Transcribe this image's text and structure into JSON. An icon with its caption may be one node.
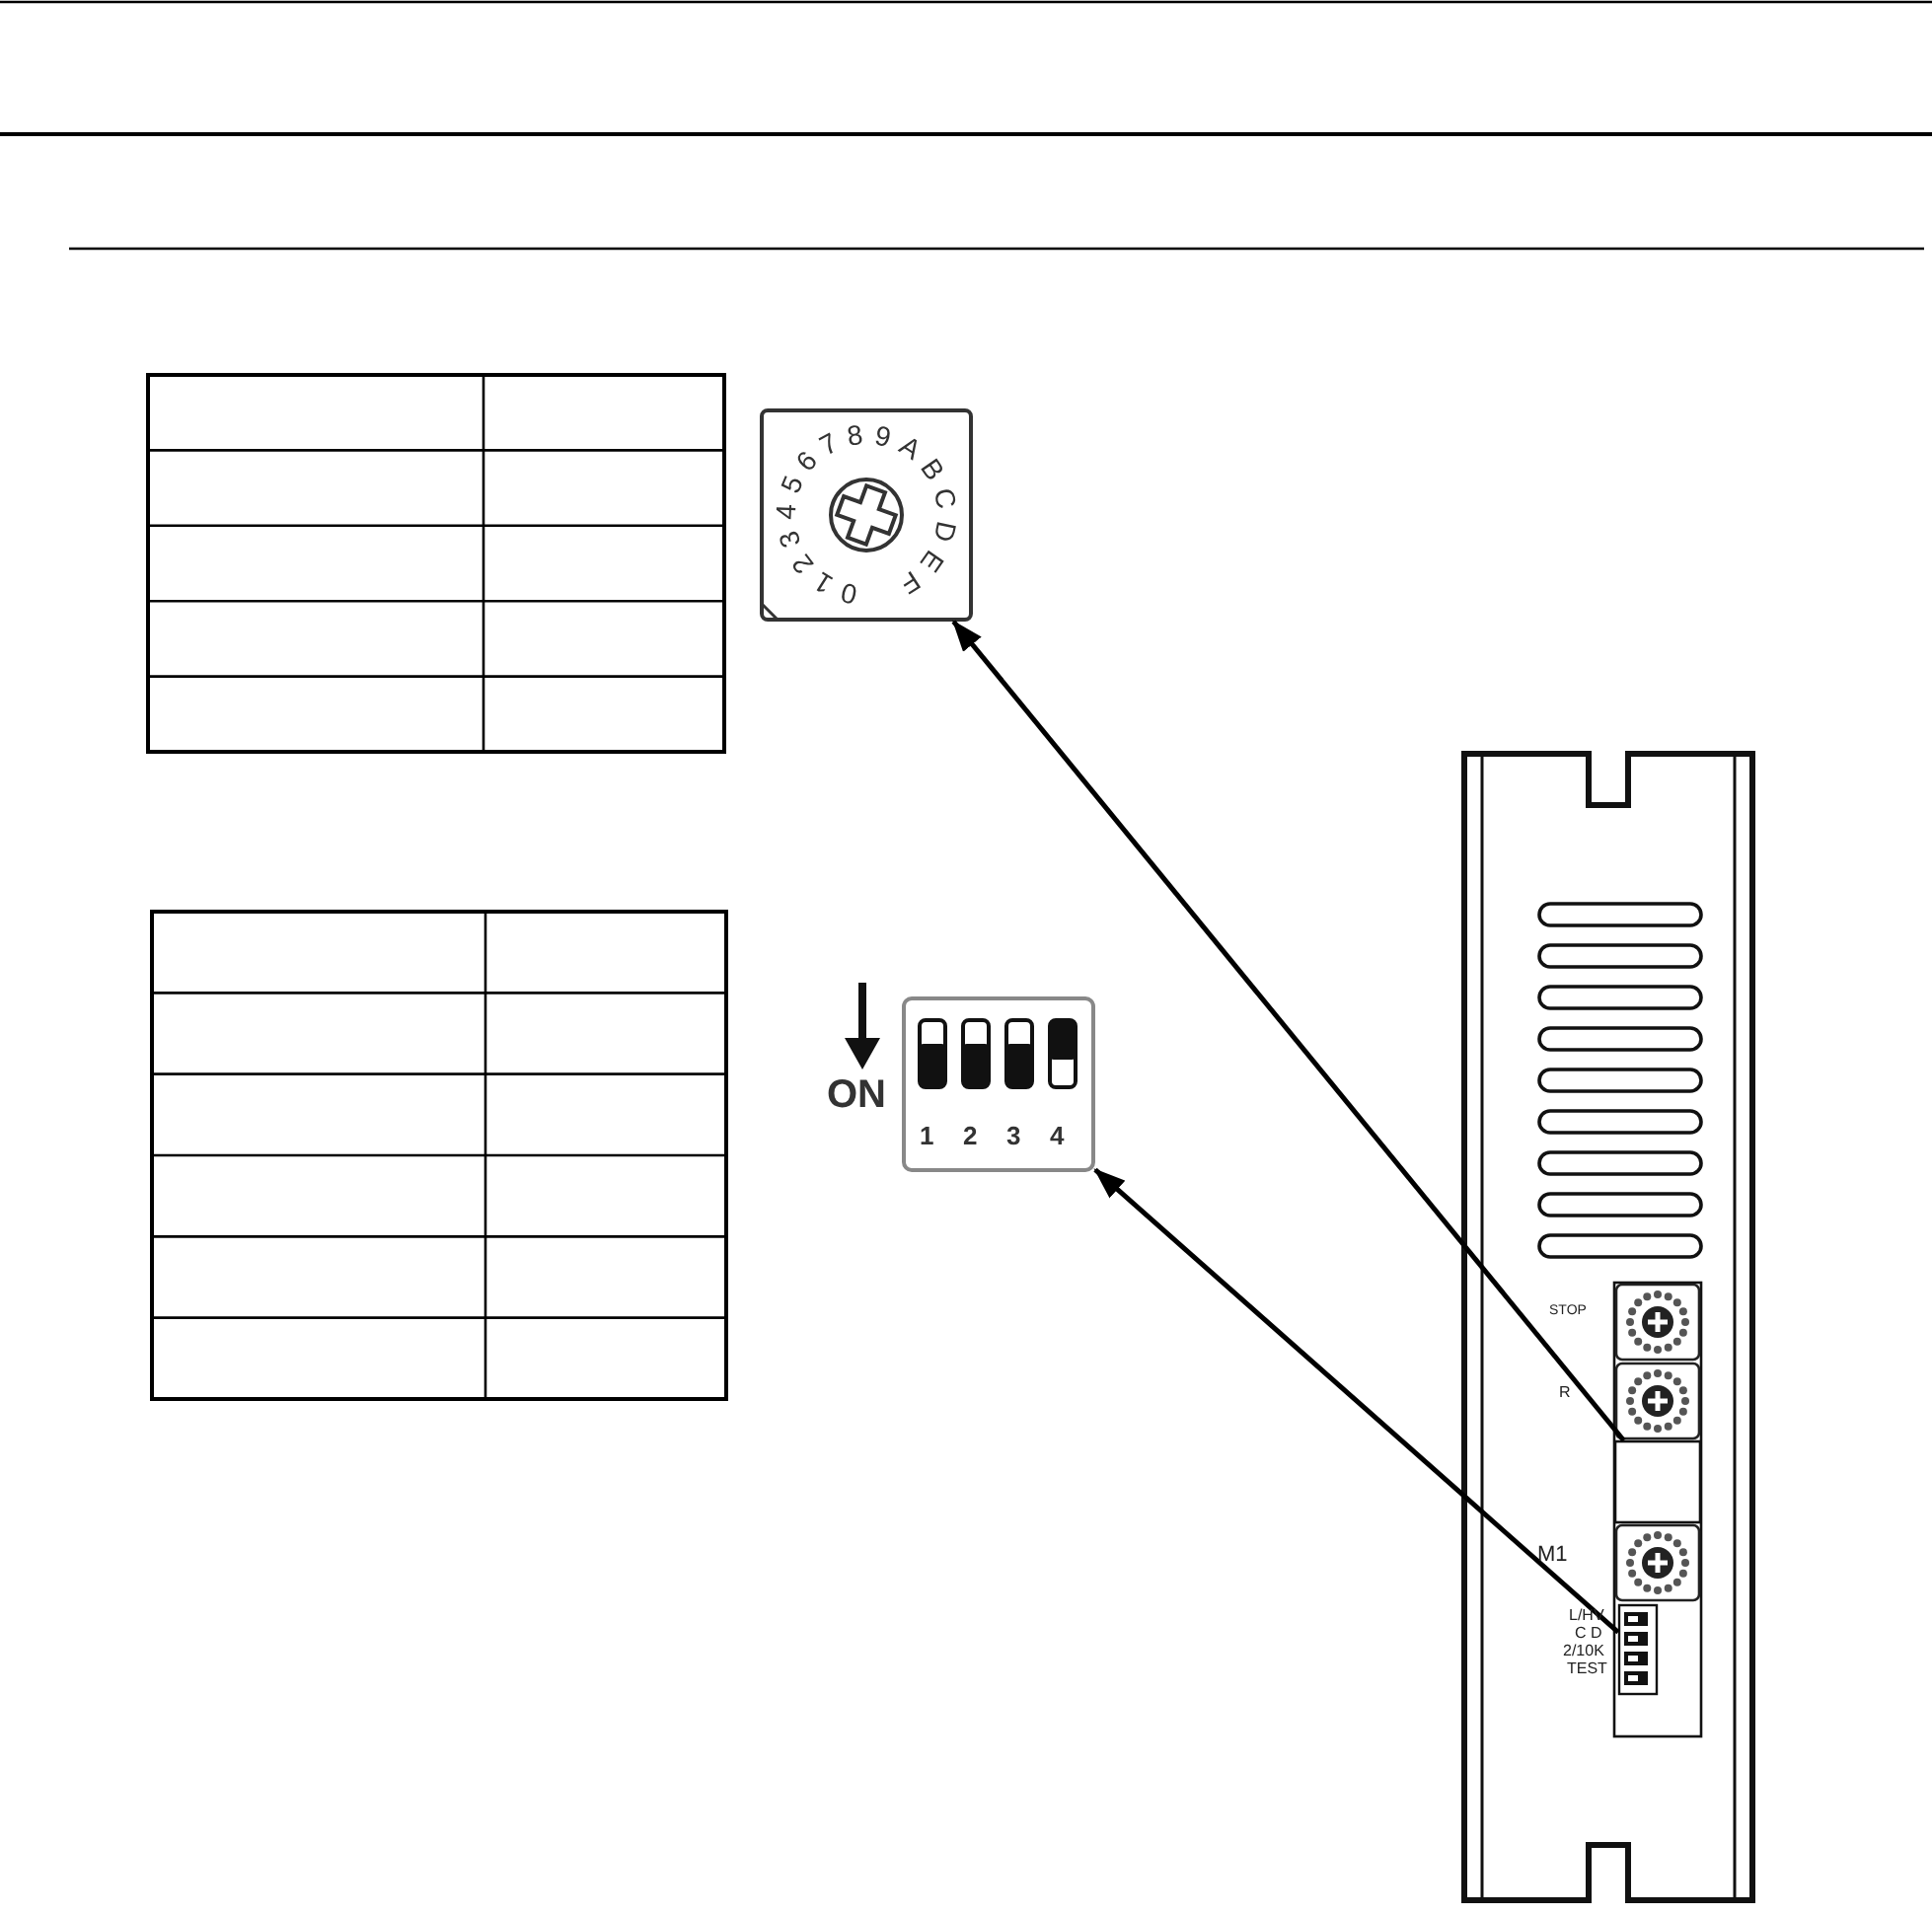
{
  "diagram": {
    "nodes": [
      {
        "text": [],
        "shape": "picture"
      },
      {
        "text": [],
        "shape": "picture",
        "beside": [
          "ON"
        ]
      },
      {
        "text": [],
        "shape": "picture"
      },
      {
        "text": [],
        "shape": "box",
        "in": 2
      },
      {
        "text": [],
        "shape": "picture",
        "in": 2,
        "beside": [
          "L/HV",
          "C D",
          "2/10K",
          "TEST"
        ]
      }
    ],
    "edges": [
      {
        "from": 3,
        "to": 0,
        "arrow": "to"
      },
      {
        "from": 4,
        "to": 1,
        "arrow": "to"
      }
    ],
    "labels": [
      "0123456789ABCDEF",
      "1",
      "2",
      "3",
      "4",
      "STOP",
      "R",
      "M1"
    ]
  }
}
